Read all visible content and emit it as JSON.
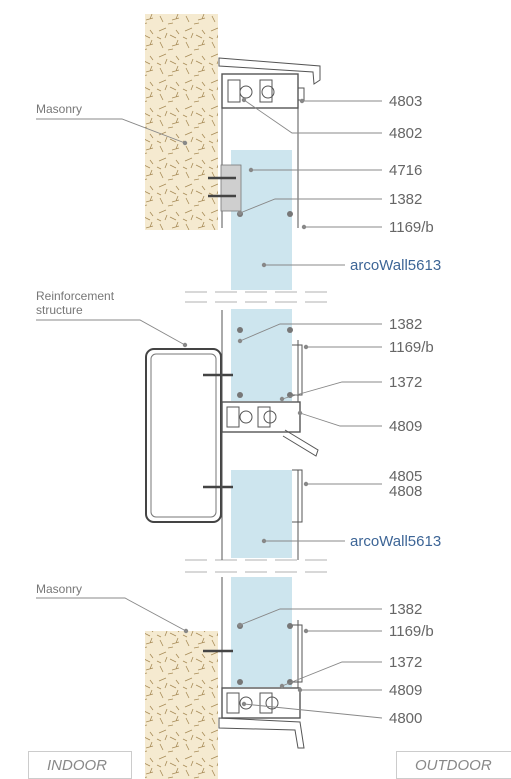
{
  "labels": {
    "masonry_top": "Masonry",
    "reinforcement_line1": "Reinforcement",
    "reinforcement_line2": "structure",
    "masonry_bottom": "Masonry",
    "indoor": "INDOOR",
    "outdoor": "OUTDOOR"
  },
  "callouts": {
    "c4803": "4803",
    "c4802": "4802",
    "c4716": "4716",
    "c1382_top": "1382",
    "c1169b_top": "1169/b",
    "arco_top": "arcoWall5613",
    "c1382_mid": "1382",
    "c1169b_mid": "1169/b",
    "c1372_mid": "1372",
    "c4809_mid": "4809",
    "c4805": "4805",
    "c4808": "4808",
    "arco_mid": "arcoWall5613",
    "c1382_bot": "1382",
    "c1169b_bot": "1169/b",
    "c1372_bot": "1372",
    "c4809_bot": "4809",
    "c4800": "4800"
  },
  "colors": {
    "glass": "#cde5ee",
    "masonry": "#f5ead0",
    "product_label": "#3d6596",
    "code_label": "#666666"
  }
}
